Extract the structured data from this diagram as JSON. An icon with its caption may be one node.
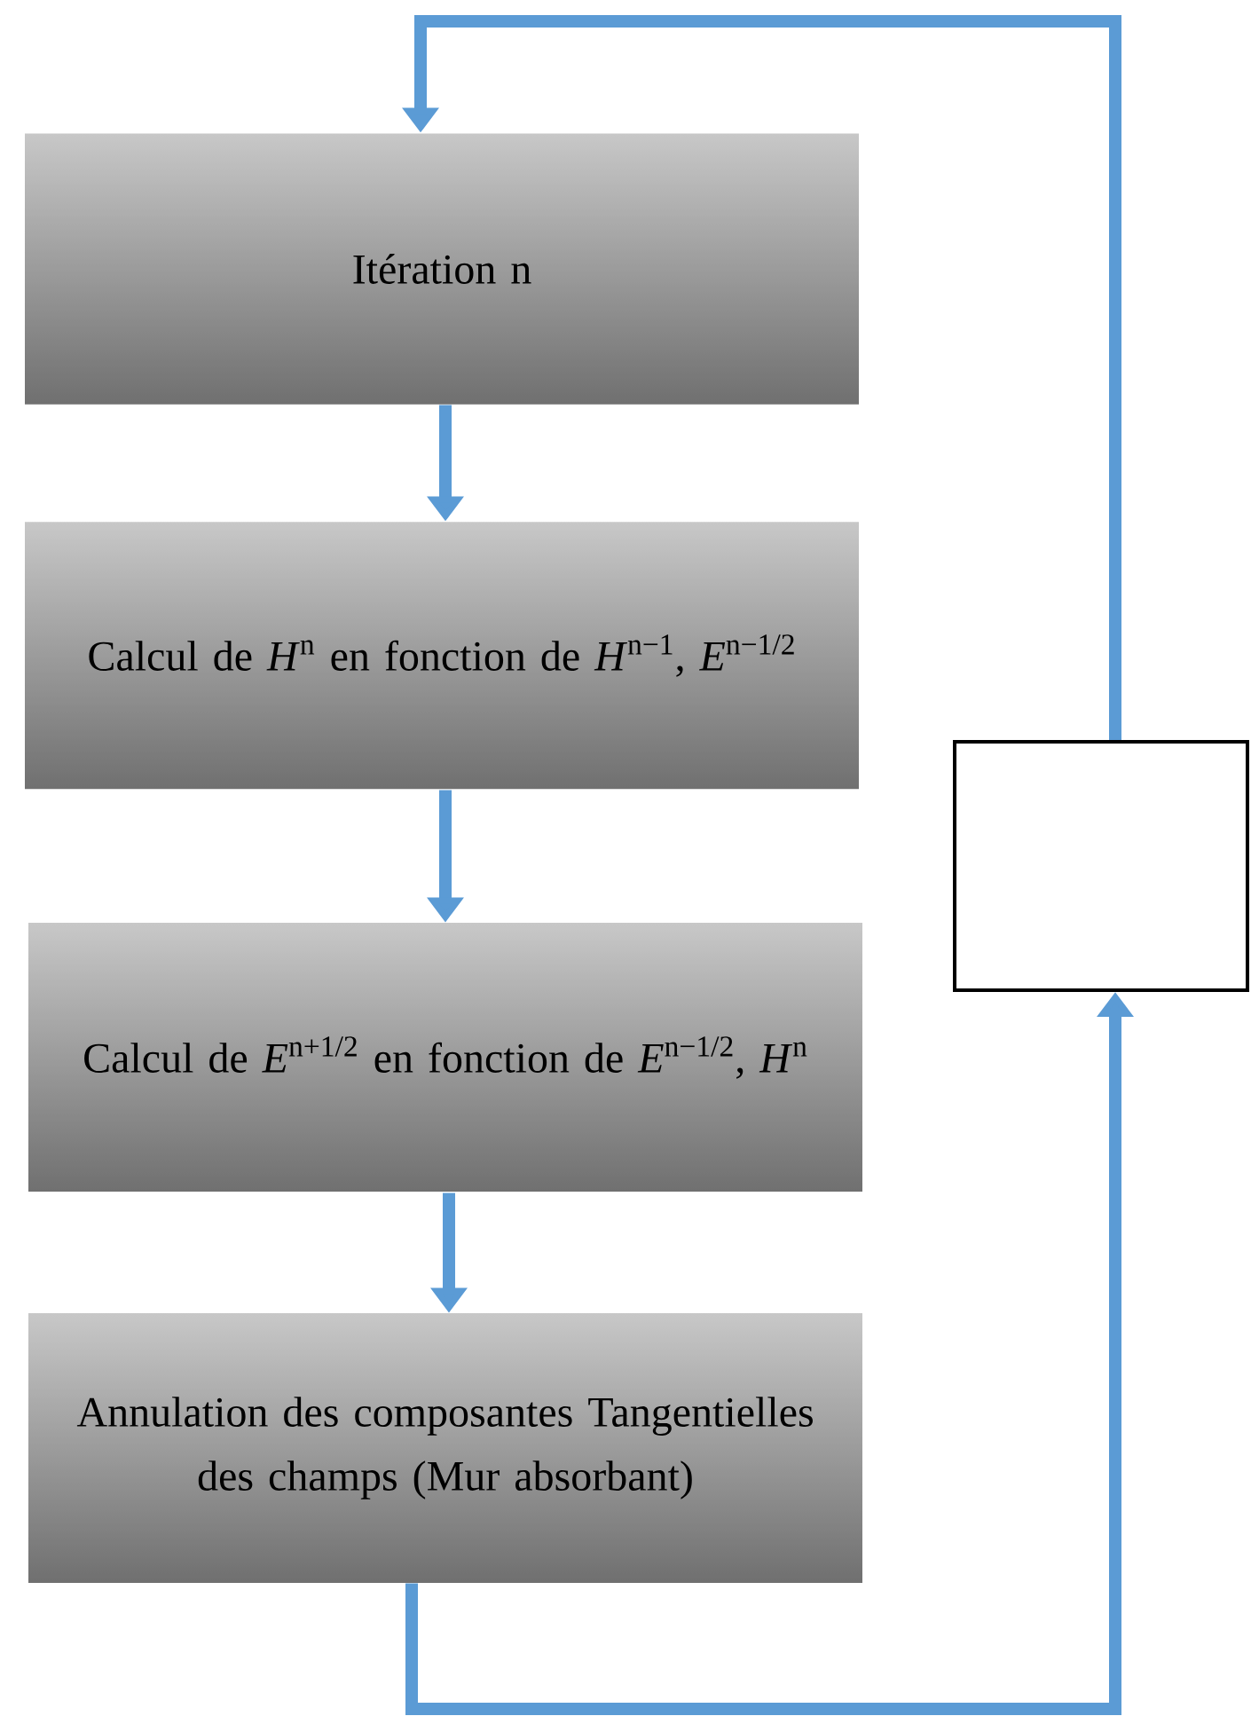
{
  "diagram": {
    "nodes": [
      {
        "text": [
          "Itération n"
        ]
      },
      {
        "text": [
          "Calcul de *H*$^{n}$ en fonction de *H*$^{n−1}$, *E*$^{n−1/2}$"
        ]
      },
      {
        "text": [
          "Calcul de *E*$^{n+1/2}$ en fonction de *E*$^{n−1/2}$, *H*$^{n}$"
        ]
      },
      {
        "text": [
          "Annulation des composantes Tangentielles des champs (Mur absorbant)"
        ]
      },
      {
        "text": [],
        "shape": "box"
      }
    ],
    "edges": [
      {
        "from": 0,
        "to": 1,
        "arrow": "to"
      },
      {
        "from": 1,
        "to": 2,
        "arrow": "to"
      },
      {
        "from": 2,
        "to": 3,
        "arrow": "to"
      },
      {
        "from": 3,
        "to": 4,
        "arrow": "to"
      },
      {
        "from": 4,
        "to": 0,
        "arrow": "to"
      }
    ]
  }
}
